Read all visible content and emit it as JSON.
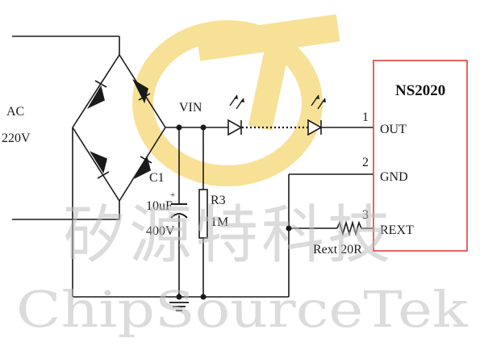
{
  "watermark": {
    "logo_icon": "cst-logo-icon",
    "logo_color": "#f5d774",
    "chinese": "矽源特科技",
    "english": "ChipSourceTek"
  },
  "labels": {
    "ac": "AC",
    "voltage": "220V",
    "vin": "VIN",
    "c1_name": "C1",
    "c1_value": "10uF",
    "c1_voltage": "400V",
    "r3_name": "R3",
    "r3_value": "1M",
    "rext": "Rext 20R"
  },
  "chip": {
    "name": "NS2020",
    "border_color": "#e23b3b",
    "pins": [
      {
        "number": "1",
        "name": "OUT"
      },
      {
        "number": "2",
        "name": "GND"
      },
      {
        "number": "3",
        "name": "REXT"
      }
    ]
  }
}
